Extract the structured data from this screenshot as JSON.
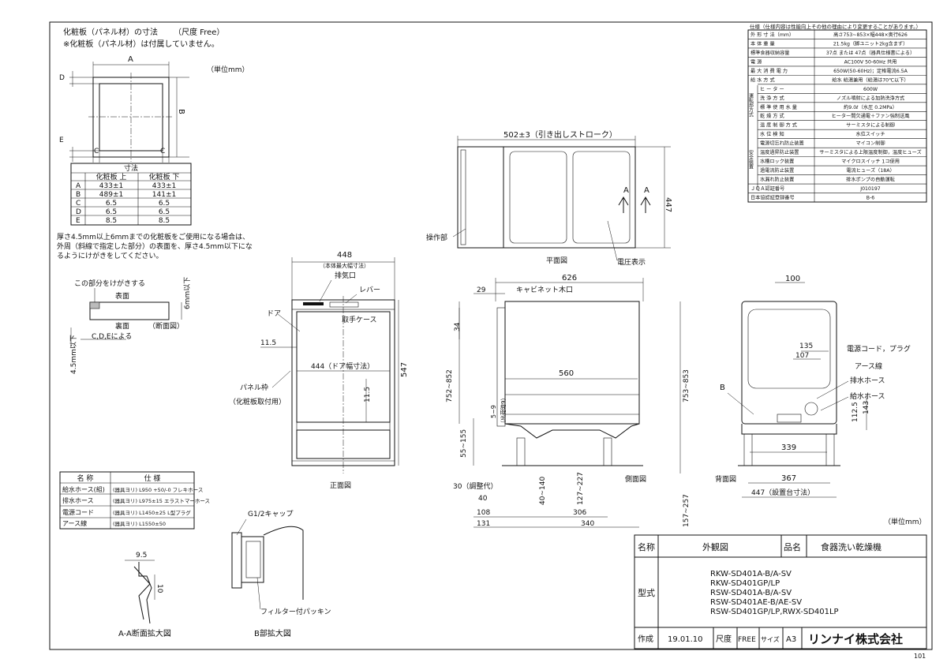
{
  "panel": {
    "title": "化粧板（パネル材）の寸法",
    "scale": "（尺度 Free）",
    "note": "※化粧板（パネル材）は付属していません。",
    "unit": "（単位mm）",
    "labels": {
      "A": "A",
      "B": "B",
      "C": "C",
      "D": "D",
      "E": "E"
    },
    "table": {
      "caption": "寸法",
      "headers": [
        "",
        "化粧板 上",
        "化粧板 下"
      ],
      "rows": [
        [
          "A",
          "433±1",
          "433±1"
        ],
        [
          "B",
          "489±1",
          "141±1"
        ],
        [
          "C",
          "6.5",
          "6.5"
        ],
        [
          "D",
          "6.5",
          "6.5"
        ],
        [
          "E",
          "8.5",
          "8.5"
        ]
      ]
    },
    "note2": [
      "厚さ4.5mm以上6mmまでの化粧板をご使用になる場合は、",
      "外周（斜線で指定した部分）の表面を、厚さ4.5mm以下にな",
      "るようにけがきをしてください。"
    ]
  },
  "section": {
    "label_cut": "この部分をけがきする",
    "label_front": "表面",
    "label_back": "裏面",
    "label_cross": "（断面図）",
    "dim_6": "6mm以下",
    "dim_45": "4.5mm以下",
    "dim_cde": "C,D,Eによる"
  },
  "plan": {
    "stroke": "502±3（引き出しストローク）",
    "dim_447": "447",
    "label_A1": "A",
    "label_A2": "A",
    "label_op": "操作部",
    "label_voltage": "電圧表示",
    "caption": "平面図"
  },
  "front": {
    "dim_448": "448",
    "dim_448_note": "（本体最大幅寸法）",
    "label_exhaust": "排気口",
    "label_lever": "レバー",
    "label_door": "ドア",
    "label_handle": "取手ケース",
    "dim_115a": "11.5",
    "dim_444": "444（ドア幅寸法）",
    "dim_547": "547",
    "label_frame": "パネル枠",
    "label_frame2": "（化粧板取付用）",
    "dim_115b": "11.5",
    "caption": "正面図"
  },
  "side": {
    "dim_626": "626",
    "dim_29": "29",
    "label_cabinet": "キャビネット木口",
    "dim_34": "34",
    "dim_560": "560",
    "dim_752_852": "752~852",
    "dim_753_853": "753~853",
    "dim_59": "5~9",
    "dim_59b": "（出荷時9）",
    "dim_55_155": "55~155",
    "dim_30": "30（調整代）",
    "dim_40": "40",
    "dim_40_140": "40~140",
    "dim_127_227": "127~227",
    "dim_157_257": "157~257",
    "dim_108": "108",
    "dim_131": "131",
    "dim_306": "306",
    "dim_340": "340",
    "caption": "側面図"
  },
  "back": {
    "dim_100": "100",
    "label_cord": "電源コード，プラグ",
    "dim_135": "135",
    "dim_107": "107",
    "label_earth": "アース線",
    "label_drain": "排水ホース",
    "label_supply": "給水ホース",
    "label_B": "B",
    "dim_1125": "112.5",
    "dim_143": "143",
    "dim_339": "339",
    "dim_367": "367",
    "dim_447": "447（設置台寸法）",
    "caption": "背面図",
    "unit": "（単位mm）"
  },
  "spec": {
    "note": "仕様（仕様内容は性能向上その他の理由により変更することがあります。）",
    "rows": [
      [
        "外 形 寸 法（mm）",
        "高さ753~853×幅448×奥行626"
      ],
      [
        "本 体 重 量",
        "21.5kg（脚ユニット2kg含まず）"
      ],
      [
        "標準食器収納容量",
        "37点 または 47点（器具仕様書による）"
      ],
      [
        "電 源",
        "AC100V 50-60Hz 共用"
      ],
      [
        "最 大 消 費 電 力",
        "650W(50-60Hz)；定格電流6.5A"
      ],
      [
        "給 水 方 式",
        "給水 給湯兼用（給湯は70℃以下）"
      ],
      [
        "ヒ ー タ ー",
        "600W"
      ],
      [
        "洗 浄 方 式",
        "ノズル噴射による加熱洗浄方式"
      ],
      [
        "標 準 使 用 水 量",
        "約9.0ℓ（水圧 0.2MPa）"
      ],
      [
        "乾 燥 方 式",
        "ヒーター間欠通電＋ファン強制送風"
      ],
      [
        "温 度 制 御 方 式",
        "サーミスタによる制御"
      ],
      [
        "水 位 検 知",
        "水位スイッチ"
      ],
      [
        "電源切忘れ防止装置",
        "マイコン制御"
      ],
      [
        "温度過昇防止装置",
        "サーミスタによる上限温度制御，温度ヒューズ"
      ],
      [
        "水槽ロック装置",
        "マイクロスイッチ 1コ使用"
      ],
      [
        "過電流防止装置",
        "電流ヒューズ（18A）"
      ],
      [
        "水漏れ防止装置",
        "排水ポンプの自動運転"
      ],
      [
        "ＪＱＡ認証番号",
        "J010197"
      ],
      [
        "日本協認証登録番号",
        "B-6"
      ]
    ],
    "side_label_1": "運転部方式",
    "side_label_2": "安全装置"
  },
  "parts": {
    "headers": [
      "名 称",
      "仕 様"
    ],
    "rows": [
      [
        "給水ホース(組)",
        "(器具ヨリ) L950 +50/-0 フレキホース"
      ],
      [
        "排水ホース",
        "(器具ヨリ) L975±15 エラストマーホース"
      ],
      [
        "電源コード",
        "(器具ヨリ) L1450±25 L型プラグ"
      ],
      [
        "アース線",
        "(器具ヨリ) L1550±50"
      ]
    ]
  },
  "detailA": {
    "dim_95": "9.5",
    "dim_10": "10",
    "caption": "A-A断面拡大図"
  },
  "detailB": {
    "label_cap": "G1/2キャップ",
    "label_filter": "フィルター付パッキン",
    "caption": "B部拡大図"
  },
  "titleblock": {
    "name_label": "名称",
    "name_value": "外観図",
    "product_label": "品名",
    "product_value": "食器洗い乾燥機",
    "model_label": "型式",
    "models": [
      "RKW-SD401A-B/A-SV",
      "RKW-SD401GP/LP",
      "RSW-SD401A-B/A-SV",
      "RSW-SD401AE-B/AE-SV",
      "RSW-SD401GP/LP,RWX-SD401LP"
    ],
    "made_label": "作成",
    "date": "19.01.10",
    "scale_label": "尺度",
    "scale_value": "FREE",
    "size_label": "サイズ",
    "size_value": "A3",
    "company": "リンナイ株式会社"
  },
  "page_no": "101"
}
